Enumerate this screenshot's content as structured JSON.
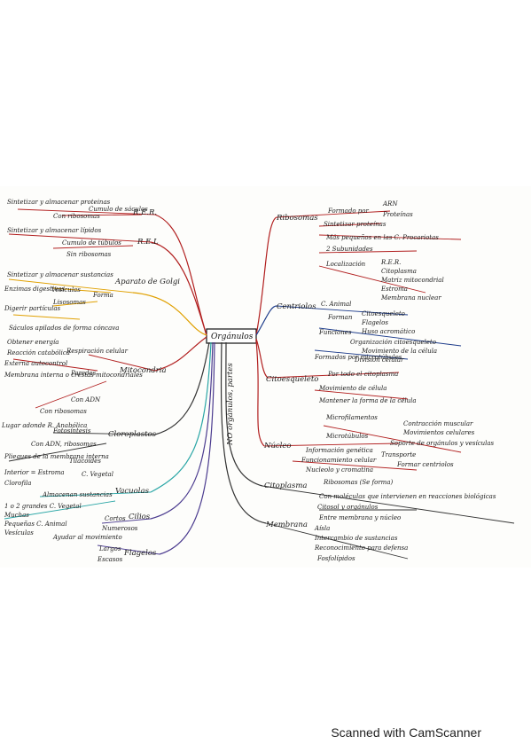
{
  "center": "Orgánulos",
  "vertical_label": "NO orgánulos, partes",
  "colors": {
    "red": "#b11e1e",
    "orange": "#e0a000",
    "blue": "#1c3b8a",
    "dark": "#333333",
    "teal": "#2aa6a6",
    "purple": "#4b3b8f"
  },
  "nodes": [
    {
      "id": "rer",
      "text": "R.E.R."
    },
    {
      "id": "rer1",
      "text": "Sintetizar y almacenar proteinas"
    },
    {
      "id": "rer2",
      "text": "Cumulo de sáculos"
    },
    {
      "id": "rer3",
      "text": "Con ribosomas"
    },
    {
      "id": "rel",
      "text": "R.E.L"
    },
    {
      "id": "rel1",
      "text": "Sintetizar y almacenar lípidos"
    },
    {
      "id": "rel2",
      "text": "Cumulo de túbulos"
    },
    {
      "id": "rel3",
      "text": "Sin ribosomas"
    },
    {
      "id": "golgi",
      "text": "Aparato de Golgi"
    },
    {
      "id": "golgi1",
      "text": "Sintetizar y almacenar sustancias"
    },
    {
      "id": "golgi2",
      "text": "Forma"
    },
    {
      "id": "golgi3",
      "text": "Vesículas"
    },
    {
      "id": "golgi4",
      "text": "Lisosomas"
    },
    {
      "id": "golgi5",
      "text": "Enzimas digestivas"
    },
    {
      "id": "golgi6",
      "text": "Digerir partículas"
    },
    {
      "id": "golgi7",
      "text": "Sáculos apilados de forma cóncava"
    },
    {
      "id": "mito",
      "text": "Mitocondria"
    },
    {
      "id": "mito1",
      "text": "Obtener energía"
    },
    {
      "id": "mito2",
      "text": "Respiración celular"
    },
    {
      "id": "mito3",
      "text": "Reacción catabólica"
    },
    {
      "id": "mito4",
      "text": "Paredes"
    },
    {
      "id": "mito5",
      "text": "Externa autocontrol"
    },
    {
      "id": "mito6",
      "text": "Membrana interna o crestas mitocondriales"
    },
    {
      "id": "mito7",
      "text": "Con ADN"
    },
    {
      "id": "mito8",
      "text": "Con ribosomas"
    },
    {
      "id": "cloro",
      "text": "Cloroplastos"
    },
    {
      "id": "cloro1",
      "text": "Fotosíntesis"
    },
    {
      "id": "cloro2",
      "text": "Lugar adonde R. Anabólica"
    },
    {
      "id": "cloro3",
      "text": "Con ADN, ribosomas"
    },
    {
      "id": "cloro4",
      "text": "Tilacoides"
    },
    {
      "id": "cloro5",
      "text": "Pliegues de la membrana interna"
    },
    {
      "id": "cloro6",
      "text": "Interior = Estroma"
    },
    {
      "id": "cloro7",
      "text": "C. Vegetal"
    },
    {
      "id": "cloro8",
      "text": "Clorofila"
    },
    {
      "id": "vacu",
      "text": "Vacuolas"
    },
    {
      "id": "vacu1",
      "text": "Almacenan sustancias"
    },
    {
      "id": "vacu2",
      "text": "1 o 2 grandes C. Vegetal"
    },
    {
      "id": "vacu3",
      "text": "Muchas"
    },
    {
      "id": "vacu4",
      "text": "Pequeñas C. Animal"
    },
    {
      "id": "vacu5",
      "text": "Vesículas"
    },
    {
      "id": "cilios",
      "text": "Cilios"
    },
    {
      "id": "cilios1",
      "text": "Cortos"
    },
    {
      "id": "cilios2",
      "text": "Numerosos"
    },
    {
      "id": "flag",
      "text": "Flagelos"
    },
    {
      "id": "flag1",
      "text": "Ayudar al movimiento"
    },
    {
      "id": "flag2",
      "text": "Largos"
    },
    {
      "id": "flag3",
      "text": "Escasos"
    },
    {
      "id": "ribo",
      "text": "Ribosomas"
    },
    {
      "id": "ribo1",
      "text": "Formado por"
    },
    {
      "id": "ribo2",
      "text": "ARN"
    },
    {
      "id": "ribo3",
      "text": "Proteínas"
    },
    {
      "id": "ribo4",
      "text": "Sintetizar proteínas"
    },
    {
      "id": "ribo5",
      "text": "Más pequeños en las C. Procariotas"
    },
    {
      "id": "ribo6",
      "text": "2 Subunidades"
    },
    {
      "id": "ribo7",
      "text": "Localización"
    },
    {
      "id": "ribo8",
      "text": "R.E.R."
    },
    {
      "id": "ribo9",
      "text": "Citoplasma"
    },
    {
      "id": "ribo10",
      "text": "Matriz mitocondrial"
    },
    {
      "id": "ribo11",
      "text": "Estroma"
    },
    {
      "id": "ribo12",
      "text": "Membrana nuclear"
    },
    {
      "id": "cent",
      "text": "Centriolos"
    },
    {
      "id": "cent1",
      "text": "C. Animal"
    },
    {
      "id": "cent2",
      "text": "Forman"
    },
    {
      "id": "cent3",
      "text": "Citoesqueleto"
    },
    {
      "id": "cent4",
      "text": "Flagelos"
    },
    {
      "id": "cent5",
      "text": "Huso acromático"
    },
    {
      "id": "cent6",
      "text": "Funciones"
    },
    {
      "id": "cent7",
      "text": "Organización citoesqueleto"
    },
    {
      "id": "cent8",
      "text": "Movimiento de la célula"
    },
    {
      "id": "cent9",
      "text": "División celular"
    },
    {
      "id": "cent10",
      "text": "Formados por microtúbulos"
    },
    {
      "id": "cito",
      "text": "Citoesqueleto"
    },
    {
      "id": "cito1",
      "text": "Por todo el citoplasma"
    },
    {
      "id": "cito2",
      "text": "Movimiento de célula"
    },
    {
      "id": "cito3",
      "text": "Mantener la forma de la célula"
    },
    {
      "id": "cito4",
      "text": "Microfilamentos"
    },
    {
      "id": "cito5",
      "text": "Contracción muscular"
    },
    {
      "id": "cito6",
      "text": "Movimientos celulares"
    },
    {
      "id": "cito7",
      "text": "Microtúbulos"
    },
    {
      "id": "cito8",
      "text": "Soporte de orgánulos y vesículas"
    },
    {
      "id": "cito9",
      "text": "Transporte"
    },
    {
      "id": "cito10",
      "text": "Formar centriolos"
    },
    {
      "id": "nucleo",
      "text": "Núcleo"
    },
    {
      "id": "nucleo1",
      "text": "Información genética"
    },
    {
      "id": "nucleo2",
      "text": "Funcionamiento celular"
    },
    {
      "id": "nucleo3",
      "text": "Nucleolo y cromatina"
    },
    {
      "id": "nucleo4",
      "text": "Ribosomas (Se forma)"
    },
    {
      "id": "citop",
      "text": "Citoplasma"
    },
    {
      "id": "citop1",
      "text": "Con moléculas que intervienen en reacciones biológicas"
    },
    {
      "id": "citop2",
      "text": "Citosol y orgánulos"
    },
    {
      "id": "citop3",
      "text": "Entre membrana y núcleo"
    },
    {
      "id": "memb",
      "text": "Membrana"
    },
    {
      "id": "memb1",
      "text": "Aísla"
    },
    {
      "id": "memb2",
      "text": "Intercambio de sustancias"
    },
    {
      "id": "memb3",
      "text": "Reconocimiento para defensa"
    },
    {
      "id": "memb4",
      "text": "Fosfolípidos"
    }
  ],
  "footer": "Scanned with CamScanner"
}
